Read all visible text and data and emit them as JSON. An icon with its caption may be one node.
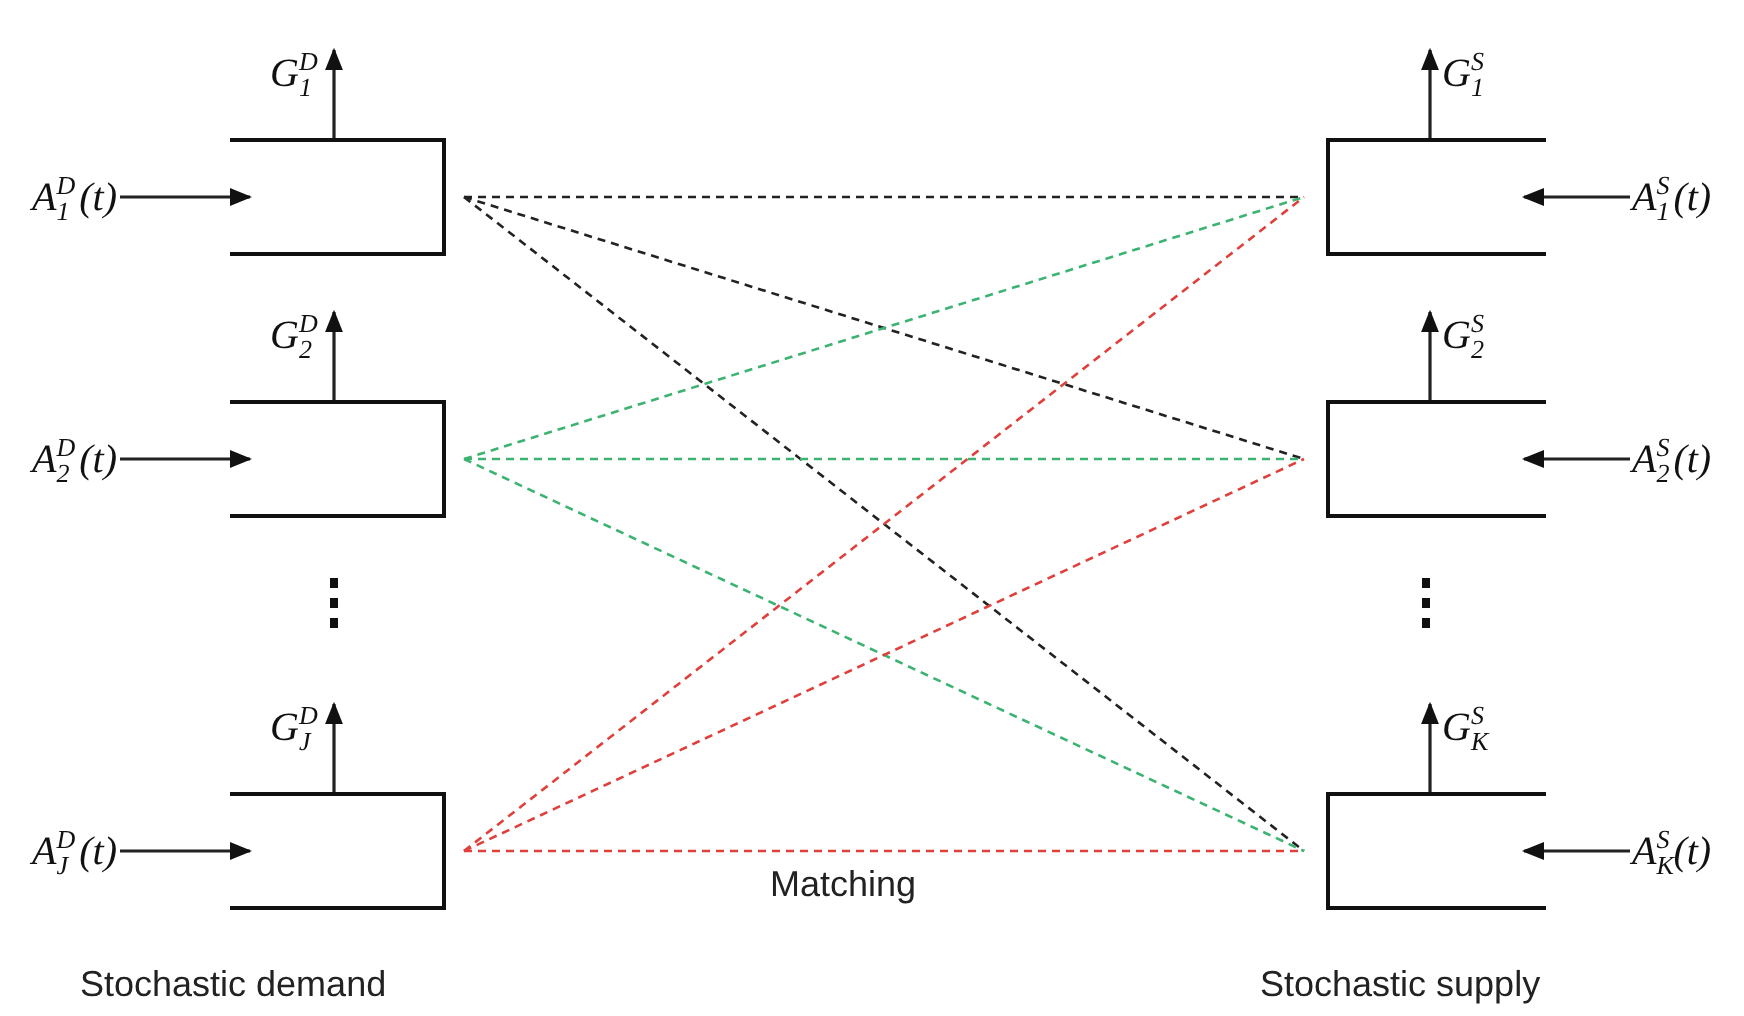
{
  "diagram": {
    "nodes": [
      {
        "text": [],
        "shape": "box"
      },
      {
        "text": [],
        "shape": "box"
      },
      {
        "text": [],
        "shape": "box"
      },
      {
        "text": [],
        "shape": "box"
      },
      {
        "text": [],
        "shape": "box"
      },
      {
        "text": [],
        "shape": "box"
      }
    ],
    "edges": [
      {
        "from": 0,
        "to": null,
        "arrow": "to",
        "label": "G$_{1}$$^{D}$"
      },
      {
        "from": 1,
        "to": null,
        "arrow": "to",
        "label": "G$_{1}$$^{S}$"
      },
      {
        "from": null,
        "to": 0,
        "arrow": "to",
        "label": "A$_{1}$$^{D}$(t)"
      },
      {
        "from": null,
        "to": 1,
        "arrow": "to",
        "label": "A$_{1}$$^{S}$(t)"
      },
      {
        "from": 2,
        "to": null,
        "arrow": "to",
        "label": "G$_{2}$$^{D}$"
      },
      {
        "from": 3,
        "to": null,
        "arrow": "to",
        "label": "G$_{2}$$^{S}$"
      },
      {
        "from": null,
        "to": 2,
        "arrow": "to",
        "label": "A$_{2}$$^{D}$(t)"
      },
      {
        "from": null,
        "to": 3,
        "arrow": "to",
        "label": "A$_{2}$$^{S}$(t)"
      },
      {
        "from": 4,
        "to": null,
        "arrow": "to",
        "label": "G$_{J}$$^{D}$"
      },
      {
        "from": 5,
        "to": null,
        "arrow": "to",
        "label": "G$_{K}$$^{S}$"
      },
      {
        "from": null,
        "to": 4,
        "arrow": "to",
        "label": "A$_{J}$$^{D}$(t)"
      },
      {
        "from": null,
        "to": 5,
        "arrow": "to",
        "label": "A$_{K}$$^{S}$(t)"
      },
      {
        "from": 0,
        "to": 1,
        "arrow": "none",
        "style": "dashed"
      },
      {
        "from": 0,
        "to": 3,
        "arrow": "none",
        "style": "dashed"
      },
      {
        "from": 0,
        "to": 5,
        "arrow": "none",
        "style": "dashed"
      },
      {
        "from": 2,
        "to": 1,
        "arrow": "none",
        "style": "dashed",
        "color": "#3cb371"
      },
      {
        "from": 2,
        "to": 3,
        "arrow": "none",
        "style": "dashed",
        "color": "#3cb371"
      },
      {
        "from": 2,
        "to": 5,
        "arrow": "none",
        "style": "dashed",
        "color": "#3cb371"
      },
      {
        "from": 4,
        "to": 1,
        "arrow": "none",
        "style": "dashed",
        "color": "#e0403c"
      },
      {
        "from": 4,
        "to": 3,
        "arrow": "none",
        "style": "dashed",
        "color": "#e0403c"
      },
      {
        "from": 4,
        "to": 5,
        "arrow": "none",
        "style": "dashed",
        "color": "#e0403c"
      }
    ],
    "labels": [
      "Matching",
      "Stochastic demand",
      "Stochastic supply"
    ]
  }
}
